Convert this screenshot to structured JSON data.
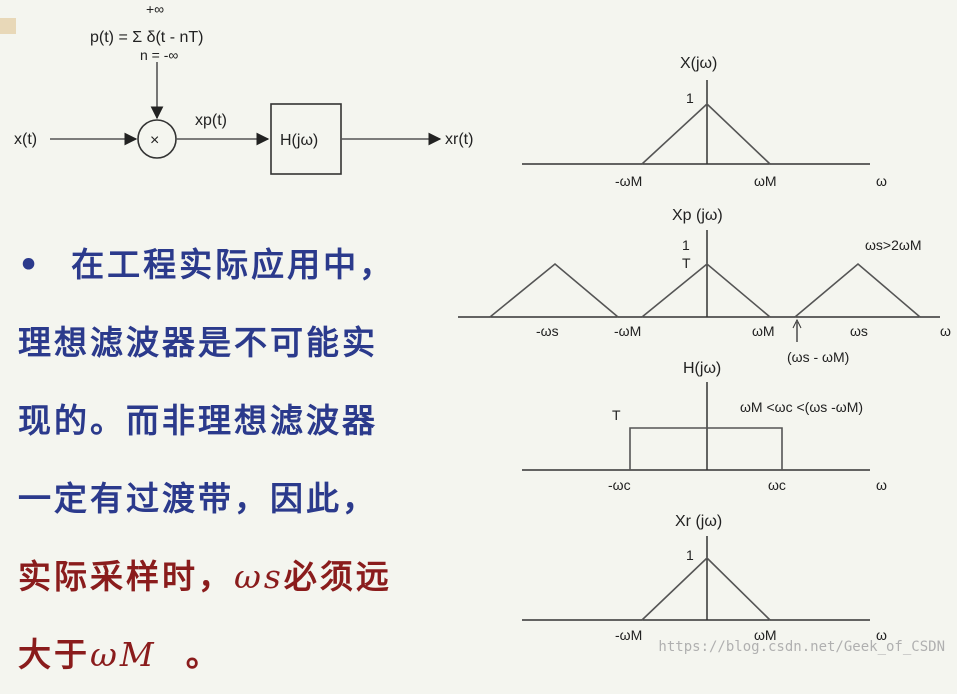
{
  "block_diagram": {
    "impulse_train": "p(t) = Σ δ(t - nT)",
    "sum_upper": "+∞",
    "sum_lower": "n = -∞",
    "input": "x(t)",
    "multiplier": "×",
    "sampled": "xp(t)",
    "filter": "H(jω)",
    "output": "xr(t)"
  },
  "bullet": {
    "marker": "•",
    "line1": "在工程实际应用中，",
    "line2": "理想滤波器是不可能实",
    "line3": "现的。而非理想滤波器",
    "line4": "一定有过渡带，因此，",
    "line5_pre": "实际采样时，",
    "line5_sym": "ωs",
    "line5_post": "必须远",
    "line6_pre": "大于",
    "line6_sym": "ωM",
    "line6_post": "。"
  },
  "spectra": {
    "x": {
      "title": "X(jω)",
      "peak": "1",
      "left": "-ωM",
      "right": "ωM",
      "axis": "ω"
    },
    "xp": {
      "title": "Xp (jω)",
      "peak_num": "1",
      "peak_den": "T",
      "cond": "ωs>2ωM",
      "ticks": [
        "-ωs",
        "-ωM",
        "ωM",
        "ωs"
      ],
      "axis": "ω",
      "gap": "(ωs - ωM)"
    },
    "h": {
      "title": "H(jω)",
      "gain": "T",
      "cond": "ωM <ωc <(ωs -ωM)",
      "left": "-ωc",
      "right": "ωc",
      "axis": "ω"
    },
    "xr": {
      "title": "Xr (jω)",
      "peak": "1",
      "left": "-ωM",
      "right": "ωM",
      "axis": "ω"
    }
  },
  "watermark": "https://blog.csdn.net/Geek_of_CSDN"
}
